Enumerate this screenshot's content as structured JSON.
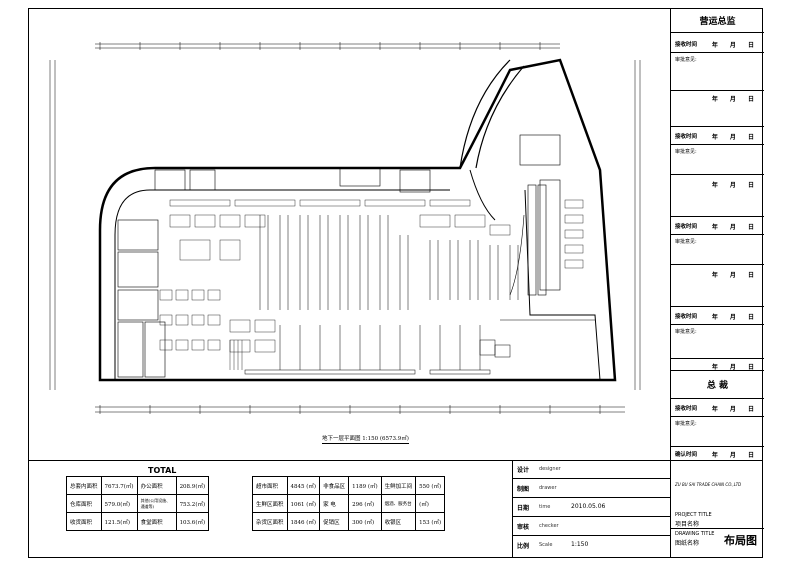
{
  "review": {
    "top_title": "营运总监",
    "receive_label": "接收时间",
    "date_label": "年  月  日",
    "opinion_label": "审批意见:",
    "president_title": "总  裁",
    "confirm_label": "确认时间"
  },
  "plan": {
    "caption": "地下一层平面图  1:150  (6573.9㎡)"
  },
  "total": {
    "title": "TOTAL",
    "rows": [
      [
        {
          "label": "总套内面积",
          "value": "7673.7",
          "unit": "(㎡)"
        },
        {
          "label": "办公面积",
          "value": "208.9",
          "unit": "(㎡)"
        }
      ],
      [
        {
          "label": "仓库面积",
          "value": "579.0",
          "unit": "(㎡)"
        },
        {
          "label": "其他(公用设施、通道等)",
          "value": "753.2",
          "unit": "(㎡)"
        }
      ],
      [
        {
          "label": "收货面积",
          "value": "121.5",
          "unit": "(㎡)"
        },
        {
          "label": "食堂面积",
          "value": "103.6",
          "unit": "(㎡)"
        }
      ]
    ],
    "rows2": [
      [
        {
          "label": "超市面积",
          "value": "4845",
          "unit": "(㎡)"
        },
        {
          "label": "非食品区",
          "value": "1189",
          "unit": "(㎡)"
        },
        {
          "label": "生鲜加工间",
          "value": "550",
          "unit": "(㎡)"
        }
      ],
      [
        {
          "label": "生鲜区面积",
          "value": "1061",
          "unit": "(㎡)"
        },
        {
          "label": "家  电",
          "value": "296",
          "unit": "(㎡)"
        },
        {
          "label": "烟酒、服务台",
          "value": "",
          "unit": "(㎡)"
        }
      ],
      [
        {
          "label": "杂货区面积",
          "value": "1846",
          "unit": "(㎡)"
        },
        {
          "label": "促销区",
          "value": "300",
          "unit": "(㎡)"
        },
        {
          "label": "收银区",
          "value": "153",
          "unit": "(㎡)"
        }
      ]
    ]
  },
  "signoff": {
    "design_label": "设计",
    "design_en": "designer",
    "draw_label": "制图",
    "draw_en": "drawer",
    "date_label": "日期",
    "date_en": "time",
    "date_value": "2010.05.06",
    "check_label": "审核",
    "check_en": "checker",
    "scale_label": "比例",
    "scale_en": "Scale",
    "scale_value": "1:150"
  },
  "project": {
    "company_en": "ZU BU SAI TRADE CHAIN CO.,LTD",
    "project_title_en": "PROJECT TITLE",
    "project_title_cn": "项目名称",
    "drawing_title_en": "DRAWING TITLE",
    "drawing_title_cn": "图纸名称",
    "drawing_name": "布局图"
  }
}
